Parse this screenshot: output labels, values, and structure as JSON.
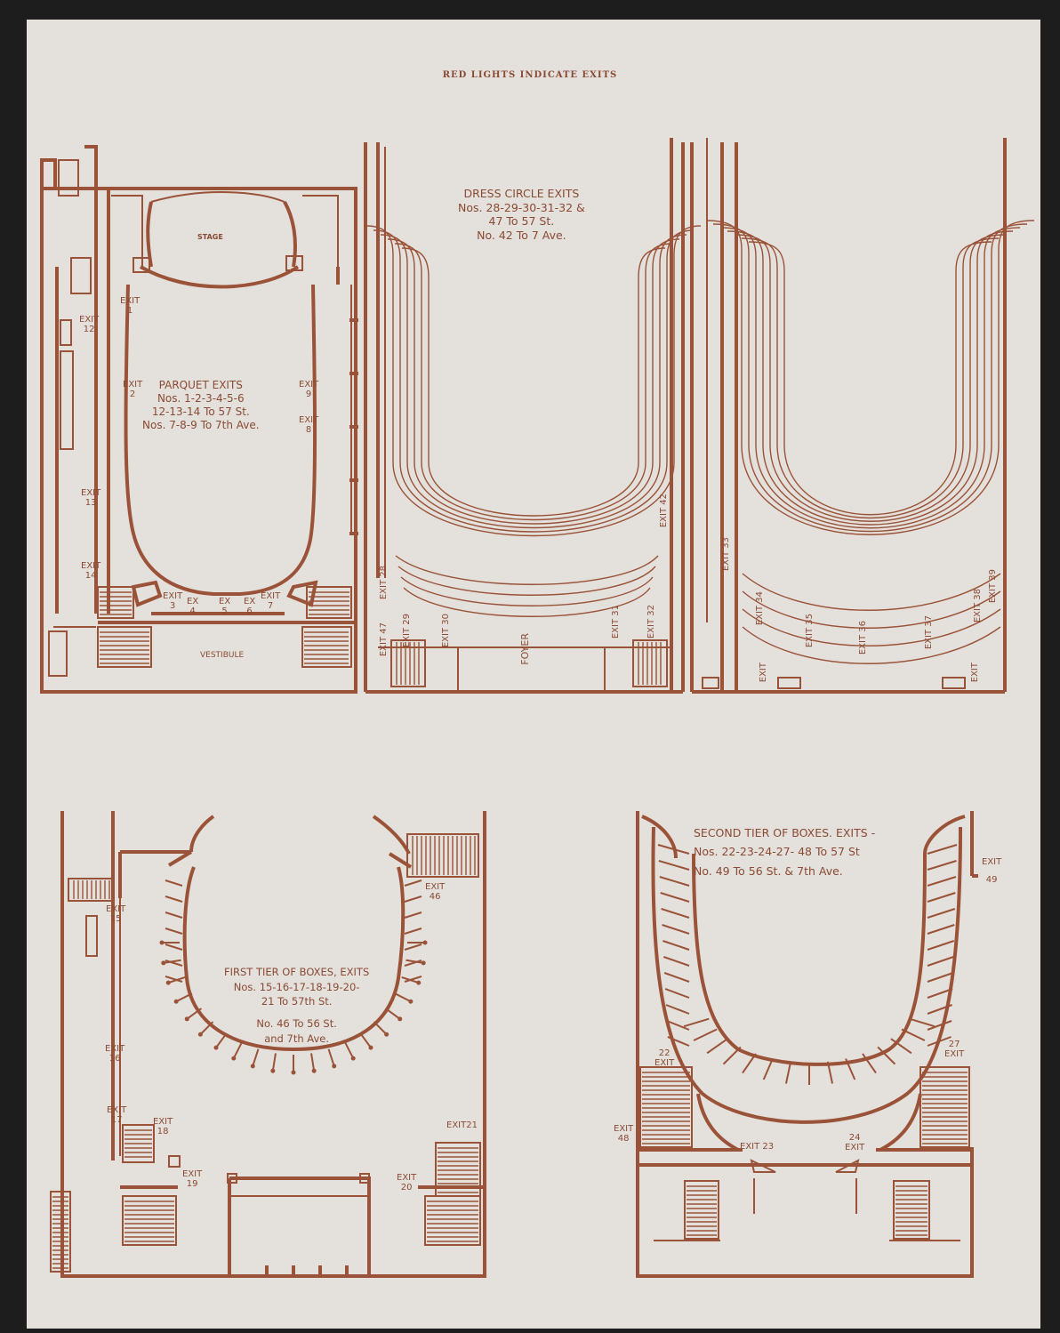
{
  "page": {
    "title": "RED LIGHTS INDICATE EXITS"
  },
  "colors": {
    "paper": "#e4e0dc",
    "ink": "#9a5338",
    "background": "#1d1d1d"
  },
  "parquet": {
    "stage": "STAGE",
    "vestibule": "VESTIBULE",
    "heading": [
      "PARQUET EXITS",
      "Nos. 1-2-3-4-5-6",
      "12-13-14 To 57 St.",
      "Nos. 7-8-9 To 7th Ave."
    ],
    "exits": [
      {
        "word": "EXIT",
        "num": "1"
      },
      {
        "word": "EXIT",
        "num": "2"
      },
      {
        "word": "EXIT",
        "num": "3"
      },
      {
        "word": "EX",
        "num": "4"
      },
      {
        "word": "EX",
        "num": "5"
      },
      {
        "word": "EX",
        "num": "6"
      },
      {
        "word": "EXIT",
        "num": "7"
      },
      {
        "word": "EXIT",
        "num": "8"
      },
      {
        "word": "EXIT",
        "num": "9"
      },
      {
        "word": "EXIT",
        "num": "12"
      },
      {
        "word": "EXIT",
        "num": "13"
      },
      {
        "word": "EXIT",
        "num": "14"
      }
    ]
  },
  "dress_circle": {
    "heading": [
      "DRESS CIRCLE EXITS",
      "Nos. 28-29-30-31-32 &",
      "47 To 57 St.",
      "No. 42 To 7 Ave."
    ],
    "foyer": "FOYER",
    "exits": [
      {
        "word": "EXIT",
        "num": "28"
      },
      {
        "word": "EXIT",
        "num": "47"
      },
      {
        "word": "EXIT",
        "num": "29"
      },
      {
        "word": "EXIT",
        "num": "30"
      },
      {
        "word": "EXIT",
        "num": "31"
      },
      {
        "word": "EXIT",
        "num": "32"
      },
      {
        "word": "EXIT",
        "num": "42"
      }
    ]
  },
  "balcony": {
    "exits": [
      {
        "word": "EXIT",
        "num": "33"
      },
      {
        "word": "EXIT",
        "num": "34"
      },
      {
        "word": "EXIT",
        "num": "35"
      },
      {
        "word": "EXIT",
        "num": "36"
      },
      {
        "word": "EXIT",
        "num": "37"
      },
      {
        "word": "EXIT",
        "num": "38"
      },
      {
        "word": "EXIT",
        "num": "39"
      },
      {
        "word": "EXIT",
        "num": ""
      },
      {
        "word": "EXIT",
        "num": ""
      }
    ]
  },
  "first_tier": {
    "heading": [
      "FIRST TIER OF BOXES, EXITS",
      "Nos. 15-16-17-18-19-20-",
      "21 To 57th St.",
      "No. 46 To 56 St.",
      "and 7th Ave."
    ],
    "exits": [
      {
        "word": "EXIT",
        "num": "15"
      },
      {
        "word": "EXIT",
        "num": "16"
      },
      {
        "word": "EXIT",
        "num": "17"
      },
      {
        "word": "EXIT",
        "num": "18"
      },
      {
        "word": "EXIT",
        "num": "19"
      },
      {
        "word": "EXIT",
        "num": "20"
      },
      {
        "word": "EXIT",
        "num": "21"
      },
      {
        "word": "EXIT",
        "num": "46"
      }
    ]
  },
  "second_tier": {
    "heading": [
      "SECOND TIER OF BOXES. EXITS -",
      "Nos. 22-23-24-27- 48 To 57 St",
      "No. 49 To 56 St. & 7th Ave."
    ],
    "exits": [
      {
        "word": "EXIT",
        "num": "22"
      },
      {
        "word": "EXIT",
        "num": "27"
      },
      {
        "word": "EXIT",
        "num": "48"
      },
      {
        "word": "EXIT",
        "num": "49"
      },
      {
        "word": "EXIT",
        "num": "23"
      },
      {
        "word": "EXIT",
        "num": "24"
      }
    ]
  }
}
